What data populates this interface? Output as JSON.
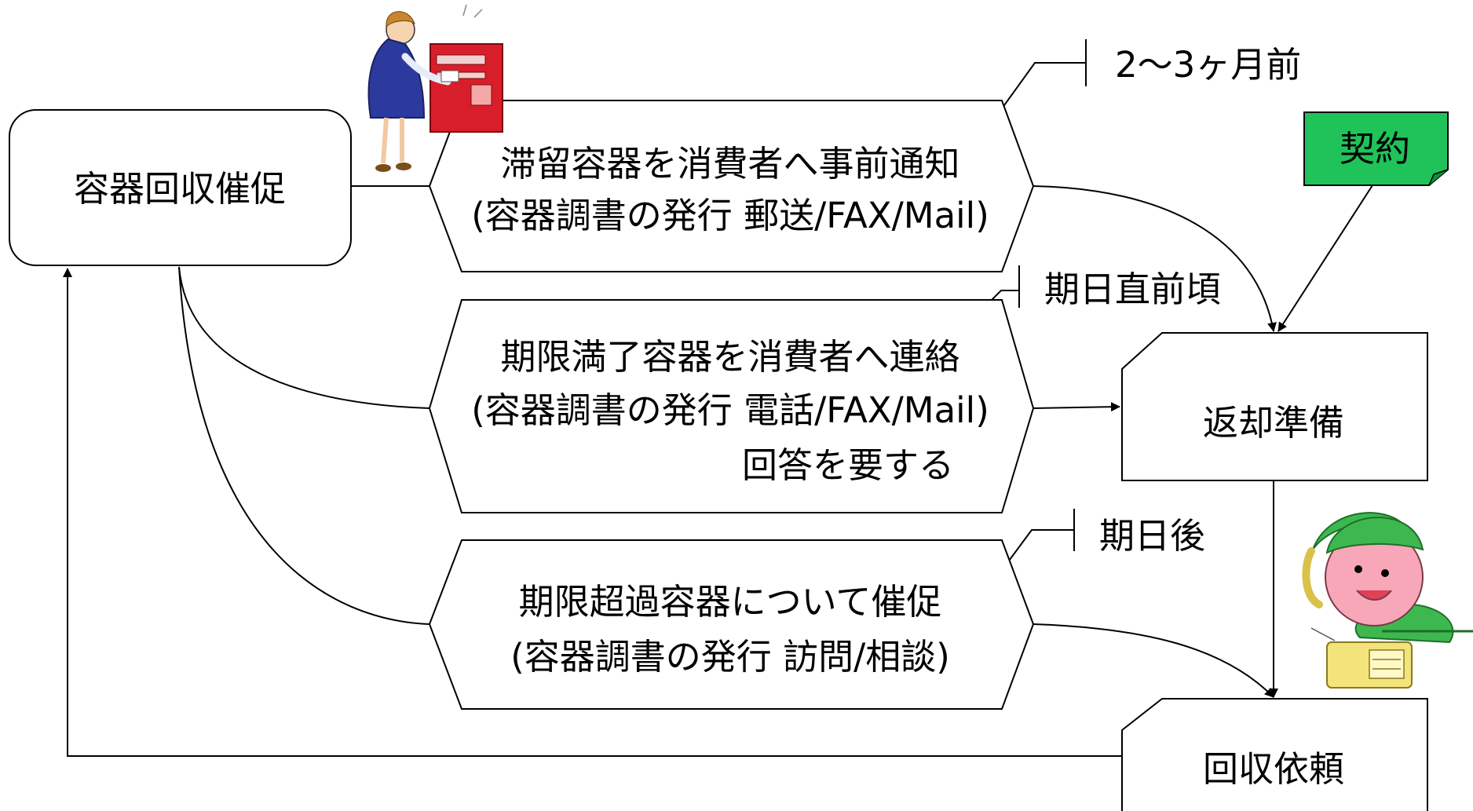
{
  "nodes": {
    "start": "容器回収催促",
    "step1": {
      "line1": "滞留容器を消費者へ事前通知",
      "line2": "(容器調書の発行 郵送/FAX/Mail)"
    },
    "step2": {
      "line1": "期限満了容器を消費者へ連絡",
      "line2": "(容器調書の発行 電話/FAX/Mail)",
      "line3": "回答を要する"
    },
    "step3": {
      "line1": "期限超過容器について催促",
      "line2": "(容器調書の発行 訪問/相談)"
    },
    "return_prep": "返却準備",
    "collect_request": "回収依頼",
    "contract": "契約"
  },
  "timing": {
    "t1": "2～3ヶ月前",
    "t2": "期日直前頃",
    "t3": "期日後"
  },
  "colors": {
    "contract_fill": "#1fc35a",
    "postbox_red": "#d81e2a",
    "woman_dress": "#2b3a9c",
    "cap_green": "#3db84f",
    "face_pink": "#f7a7b8",
    "phone_yellow": "#f2e37a"
  },
  "icons": {
    "woman": "woman-mailing-letter-icon",
    "man": "man-on-phone-icon"
  }
}
